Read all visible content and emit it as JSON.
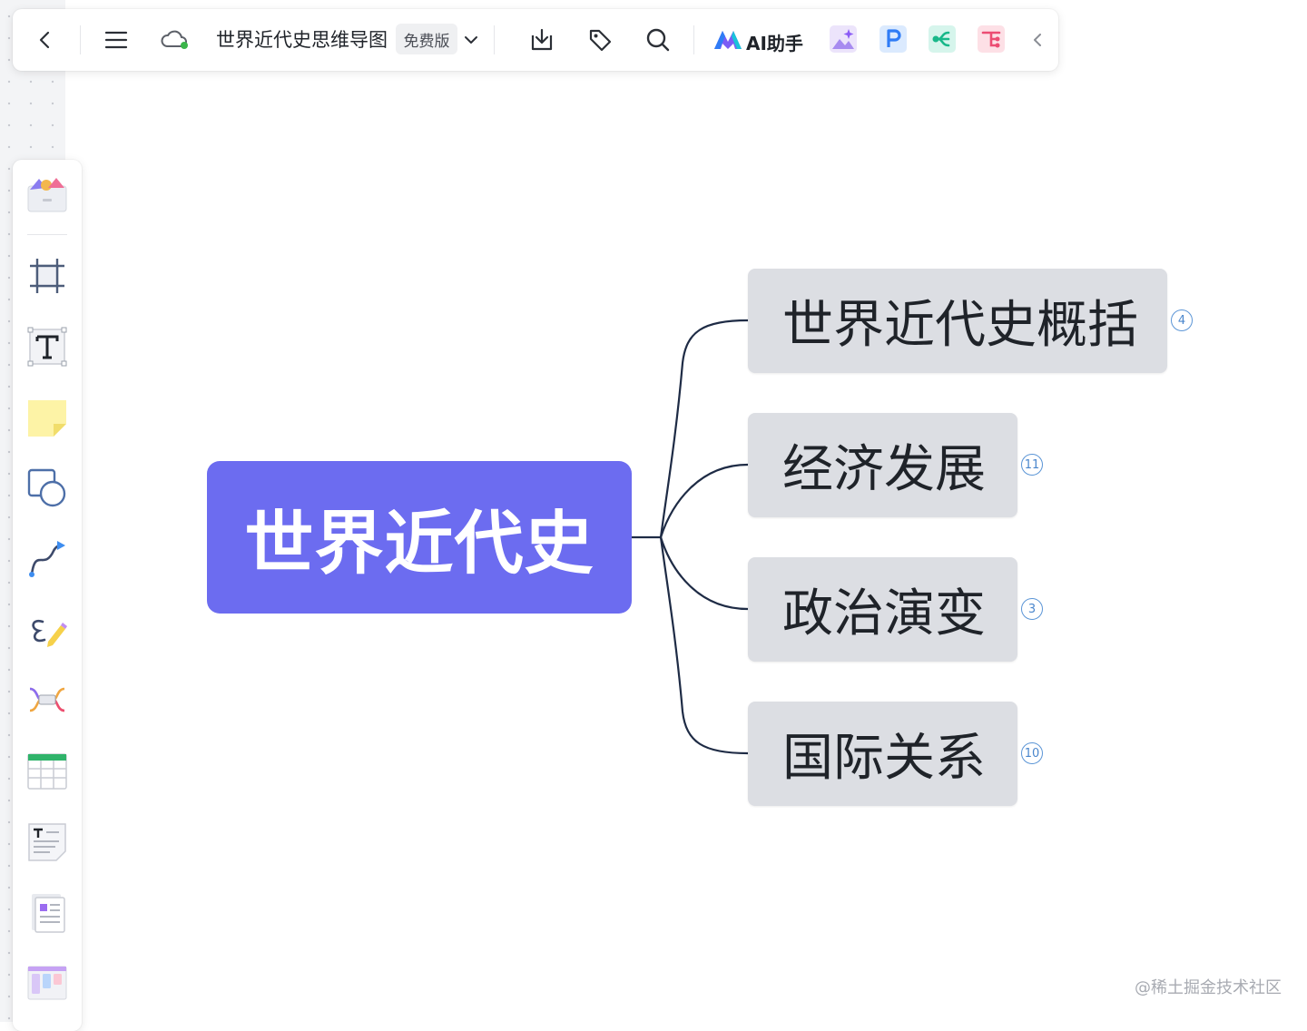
{
  "toolbar": {
    "doc_title": "世界近代史思维导图",
    "plan_badge": "免费版",
    "ai_assistant_label": "AI助手"
  },
  "mindmap": {
    "root": "世界近代史",
    "branches": [
      {
        "label": "世界近代史概括",
        "count": "4"
      },
      {
        "label": "经济发展",
        "count": "11"
      },
      {
        "label": "政治演变",
        "count": "3"
      },
      {
        "label": "国际关系",
        "count": "10"
      }
    ]
  },
  "colors": {
    "root": "#6c6cf0",
    "topic": "#dcdee3",
    "connector": "#1e2b45",
    "count_badge": "#5b95d6"
  },
  "watermark": "@稀土掘金技术社区"
}
